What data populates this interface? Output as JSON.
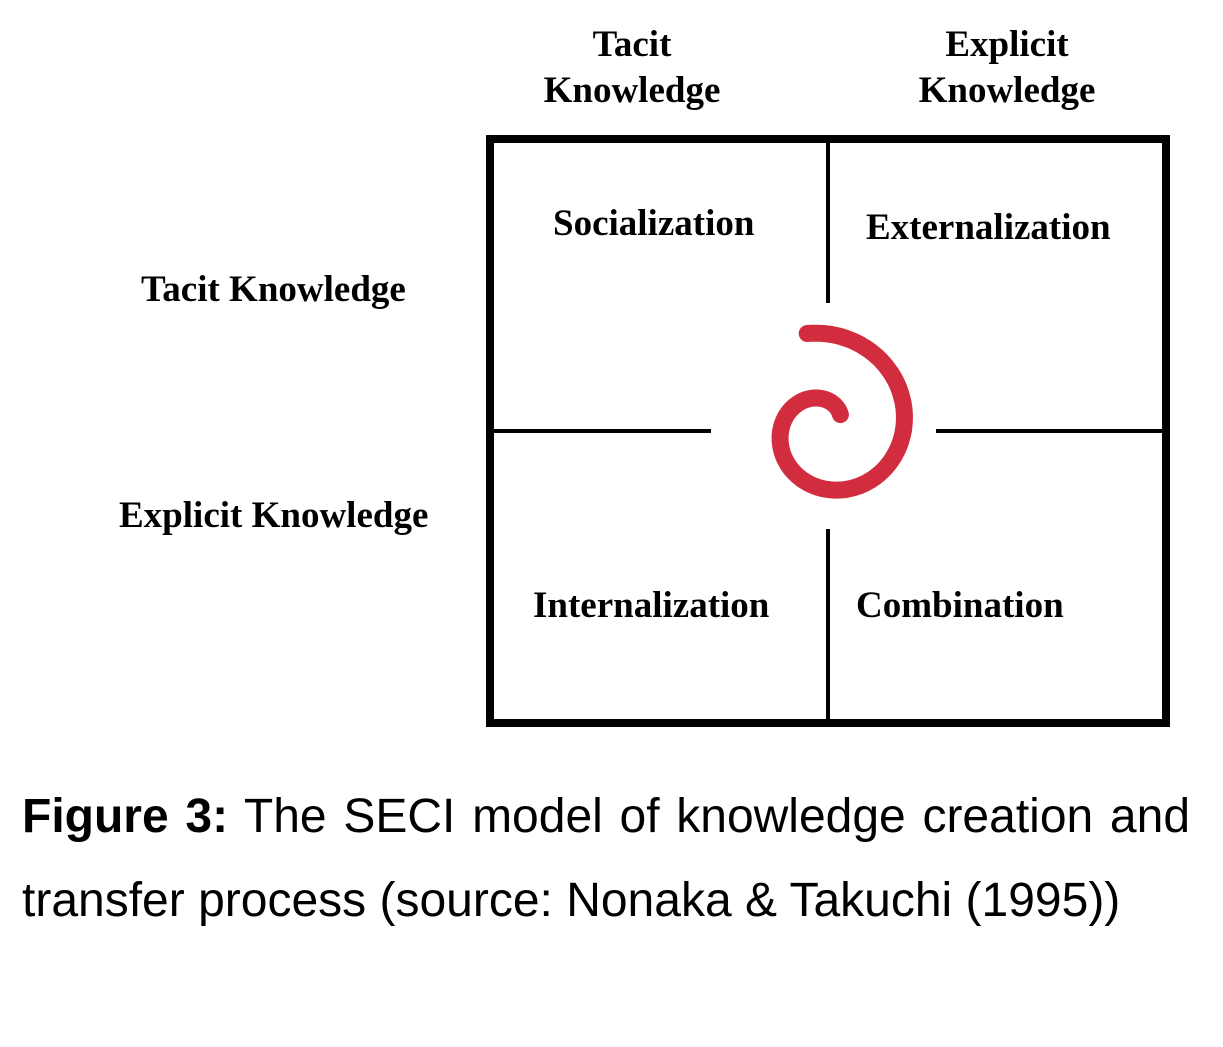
{
  "diagram": {
    "column_headers": [
      {
        "line1": "Tacit",
        "line2": "Knowledge"
      },
      {
        "line1": "Explicit",
        "line2": "Knowledge"
      }
    ],
    "row_headers": [
      "Tacit Knowledge",
      "Explicit Knowledge"
    ],
    "quadrants": {
      "top_left": "Socialization",
      "top_right": "Externalization",
      "bottom_left": "Internalization",
      "bottom_right": "Combination"
    },
    "colors": {
      "spiral": "#d12d3f",
      "lines": "#000000"
    }
  },
  "caption": {
    "label": "Figure 3:",
    "text": "The SECI model of knowledge creation and transfer process (source: Nonaka & Takuchi (1995))"
  }
}
